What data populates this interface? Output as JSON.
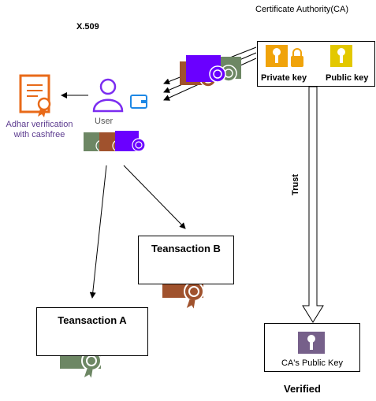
{
  "diagram": {
    "x509_label": "X.509",
    "ca": {
      "title": "Certificate Authority(CA)",
      "private_key_label": "Private key",
      "public_key_label": "Public key"
    },
    "user_label": "User",
    "adhar_label": "Adhar verification with cashfree",
    "trust_label": "Trust",
    "transaction_b": "Teansaction B",
    "transaction_a": "Teansaction A",
    "ca_public_key_label": "CA's Public Key",
    "verified_label": "Verified"
  },
  "colors": {
    "cert_purple": "#6a00ff",
    "cert_brown": "#a0522d",
    "cert_green": "#6d8764",
    "key_orange": "#f0a30a",
    "key_yellow": "#e3c800",
    "key_purple": "#76608a",
    "user_purple": "#7b2cf0",
    "adhar_orange": "#e86a19",
    "wallet_blue": "#1e88e5"
  }
}
